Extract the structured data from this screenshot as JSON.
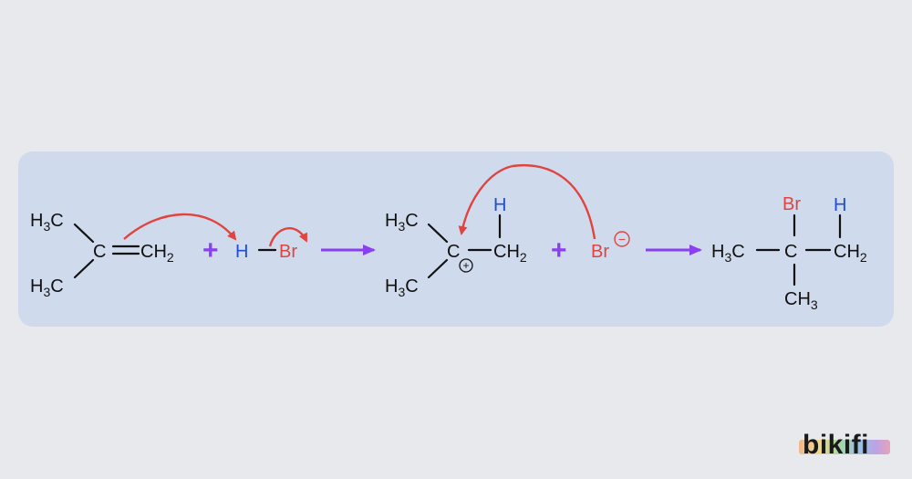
{
  "reaction": {
    "reactant_alkene": {
      "top_methyl": {
        "main": "H",
        "sub": "3",
        "tail": "C"
      },
      "bottom_methyl": {
        "main": "H",
        "sub": "3",
        "tail": "C"
      },
      "center_carbon": "C",
      "methylene": {
        "main": "CH",
        "sub": "2"
      }
    },
    "plus_1": "+",
    "hbr": {
      "hydrogen": "H",
      "bromine": "Br"
    },
    "arrow_1": "reaction-arrow",
    "carbocation": {
      "top_methyl": {
        "main": "H",
        "sub": "3",
        "tail": "C"
      },
      "bottom_methyl": {
        "main": "H",
        "sub": "3",
        "tail": "C"
      },
      "center_carbon": "C",
      "charge": "+",
      "methylene": {
        "main": "CH",
        "sub": "2"
      },
      "added_hydrogen": "H"
    },
    "plus_2": "+",
    "bromide": {
      "symbol": "Br",
      "charge": "−"
    },
    "arrow_2": "reaction-arrow",
    "product": {
      "left_methyl": {
        "main": "H",
        "sub": "3",
        "tail": "C"
      },
      "center_carbon": "C",
      "bromine": "Br",
      "right_group": {
        "main": "CH",
        "sub": "2"
      },
      "hydrogen": "H",
      "bottom_methyl": {
        "main": "CH",
        "sub": "3"
      }
    }
  },
  "colors": {
    "panel": "#cfdaed",
    "background": "#e7e9ed",
    "curly_arrow": "#e0443e",
    "reaction_arrow": "#8a3ff0",
    "hydrogen_label": "#1e4fd6",
    "bromine_label": "#e0443e"
  },
  "brand": {
    "logo": "bikifi"
  }
}
